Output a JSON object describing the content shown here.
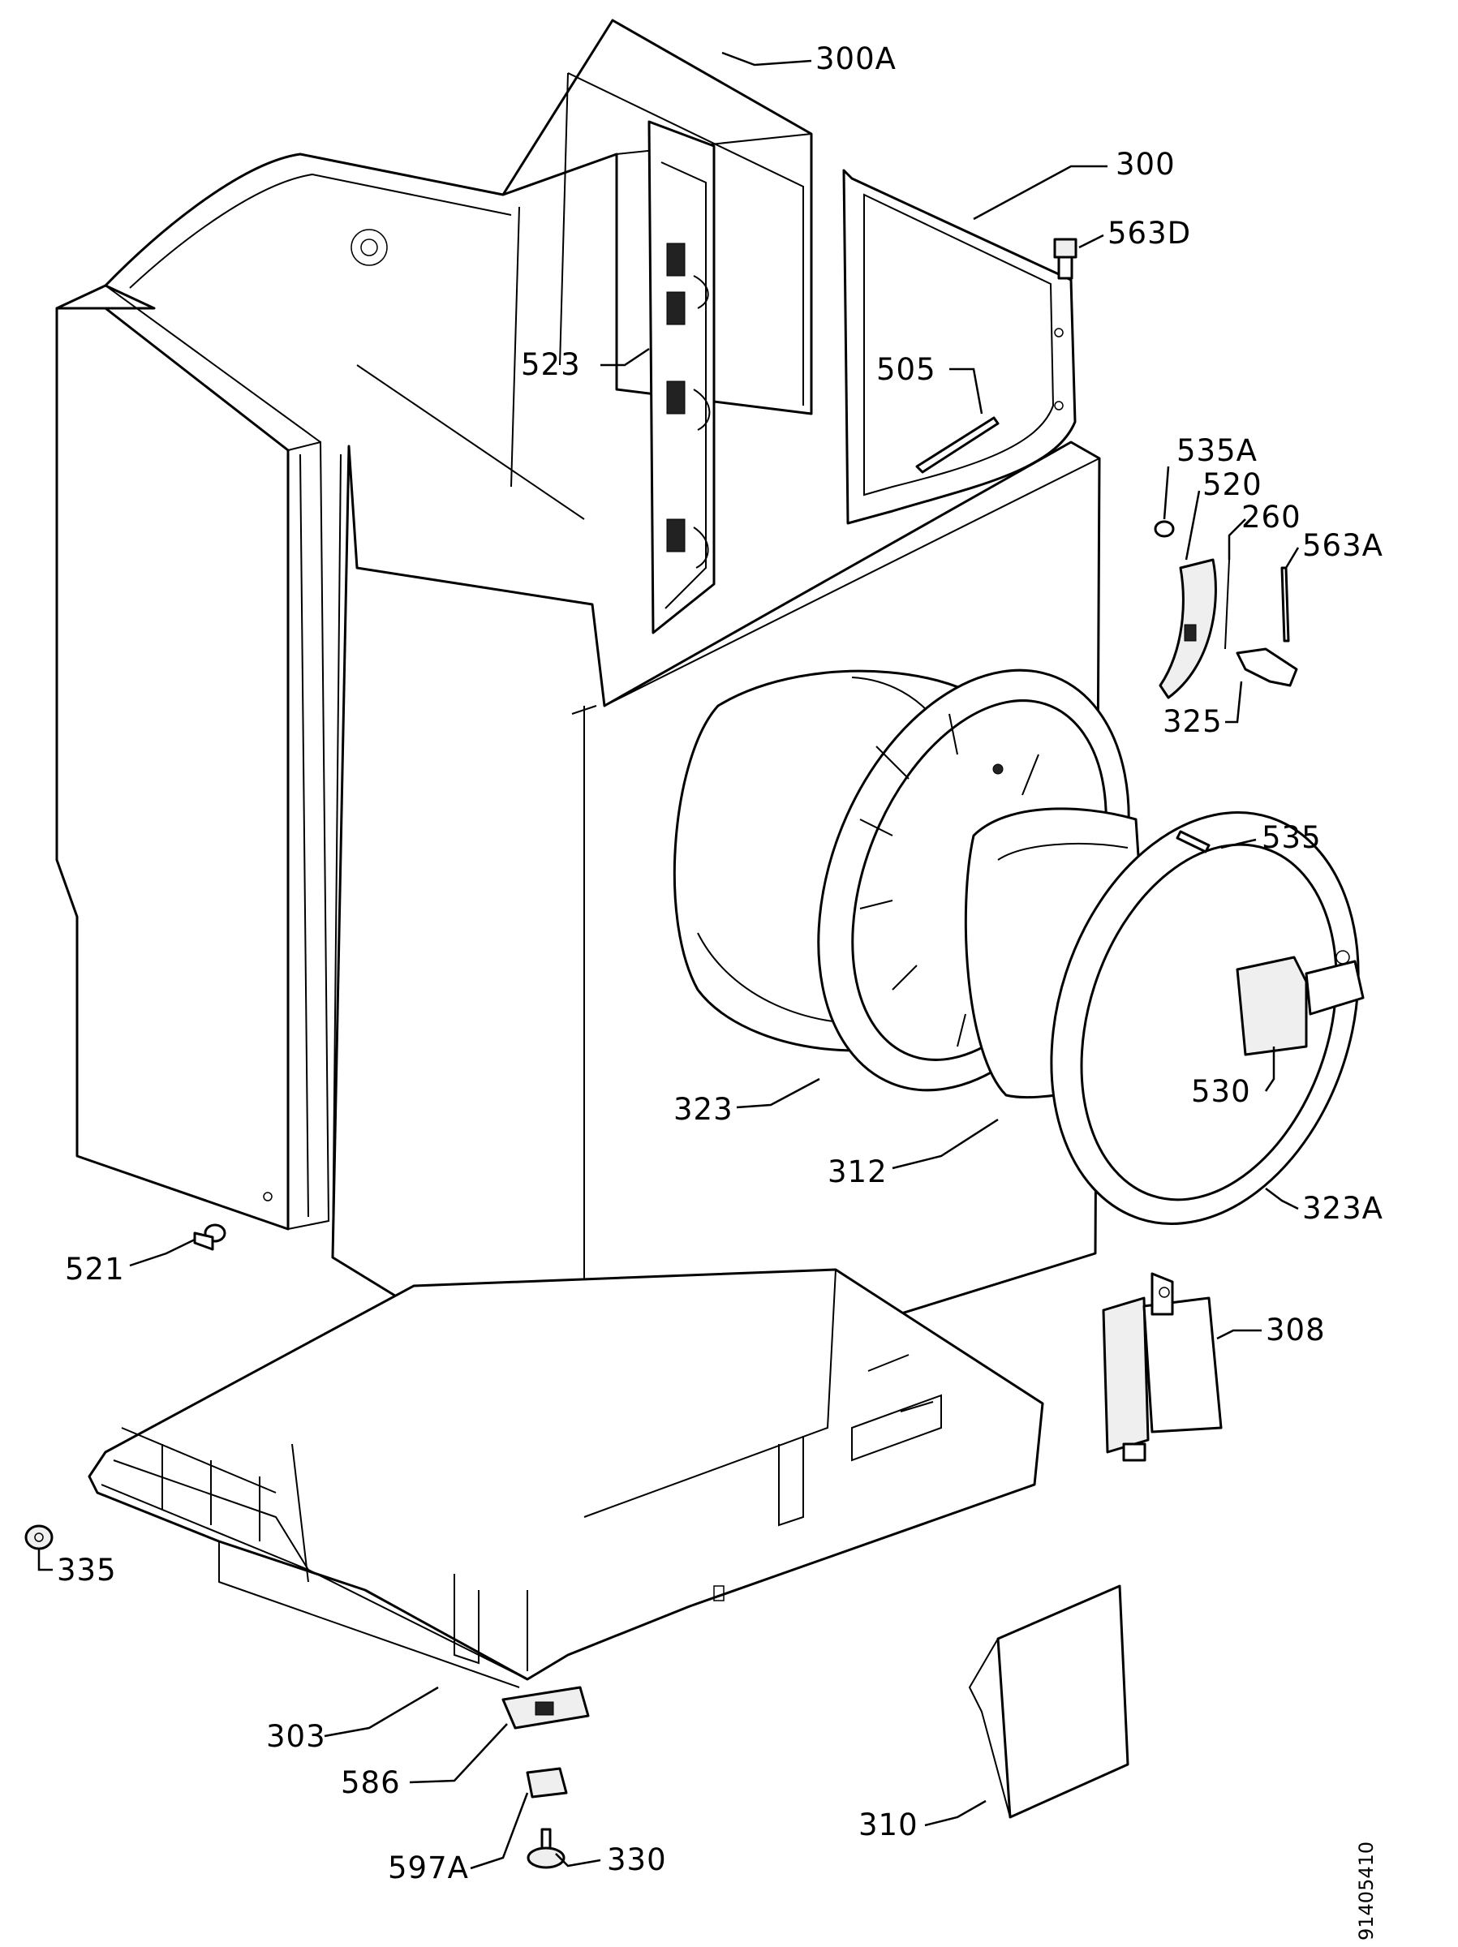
{
  "diagram": {
    "document_number": "91405410",
    "callouts": [
      {
        "id": "300A",
        "text": "300A"
      },
      {
        "id": "300",
        "text": "300"
      },
      {
        "id": "563D",
        "text": "563D"
      },
      {
        "id": "523",
        "text": "523"
      },
      {
        "id": "505",
        "text": "505"
      },
      {
        "id": "535A",
        "text": "535A"
      },
      {
        "id": "520",
        "text": "520"
      },
      {
        "id": "260",
        "text": "260"
      },
      {
        "id": "563A",
        "text": "563A"
      },
      {
        "id": "325",
        "text": "325"
      },
      {
        "id": "535",
        "text": "535"
      },
      {
        "id": "530",
        "text": "530"
      },
      {
        "id": "323",
        "text": "323"
      },
      {
        "id": "312",
        "text": "312"
      },
      {
        "id": "323A",
        "text": "323A"
      },
      {
        "id": "521",
        "text": "521"
      },
      {
        "id": "308",
        "text": "308"
      },
      {
        "id": "335",
        "text": "335"
      },
      {
        "id": "303",
        "text": "303"
      },
      {
        "id": "586",
        "text": "586"
      },
      {
        "id": "310",
        "text": "310"
      },
      {
        "id": "597A",
        "text": "597A"
      },
      {
        "id": "330",
        "text": "330"
      }
    ]
  }
}
